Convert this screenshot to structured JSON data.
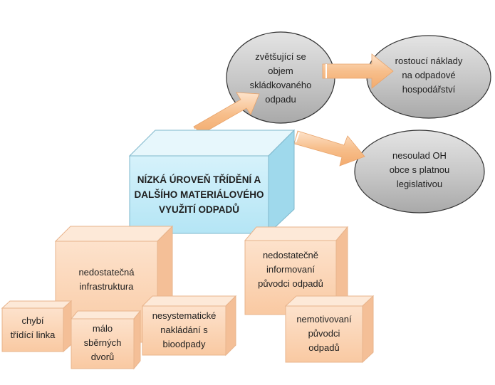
{
  "main_problem": {
    "lines": [
      "NÍZKÁ ÚROVEŇ TŘÍDĚNÍ A",
      "DALŠÍHO MATERIÁLOVÉHO",
      "VYUŽITÍ ODPADŮ"
    ]
  },
  "consequences": [
    {
      "id": "landfill",
      "lines": [
        "zvětšující se",
        "objem",
        "skládkovaného",
        "odpadu"
      ]
    },
    {
      "id": "costs",
      "lines": [
        "rostoucí náklady",
        "na odpadové",
        "hospodářství"
      ]
    },
    {
      "id": "legislation",
      "lines": [
        "nesoulad OH",
        "obce s platnou",
        "legislativou"
      ]
    }
  ],
  "causes": [
    {
      "id": "infrastructure",
      "lines": [
        "nedostatečná",
        "infrastruktura"
      ]
    },
    {
      "id": "informed",
      "lines": [
        "nedostatečně",
        "informovaní",
        "původci odpadů"
      ]
    },
    {
      "id": "sorting-line",
      "lines": [
        "chybí",
        "třídící linka"
      ]
    },
    {
      "id": "collection-yards",
      "lines": [
        "málo",
        "sběrných",
        "dvorů"
      ]
    },
    {
      "id": "bio-waste",
      "lines": [
        "nesystematické",
        "nakládání s",
        "bioodpady"
      ]
    },
    {
      "id": "motivated",
      "lines": [
        "nemotivovaní",
        "původci",
        "odpadů"
      ]
    }
  ],
  "colors": {
    "main_face": "#bfeaf7",
    "main_side": "#8fd3ea",
    "main_top": "#e3f6fc",
    "cause_face": "#fbd2b0",
    "cause_side": "#f2b58a",
    "cause_top": "#fde6d3",
    "ellipse_fill": "#c8c8c8",
    "arrow": "#f9c79a"
  }
}
